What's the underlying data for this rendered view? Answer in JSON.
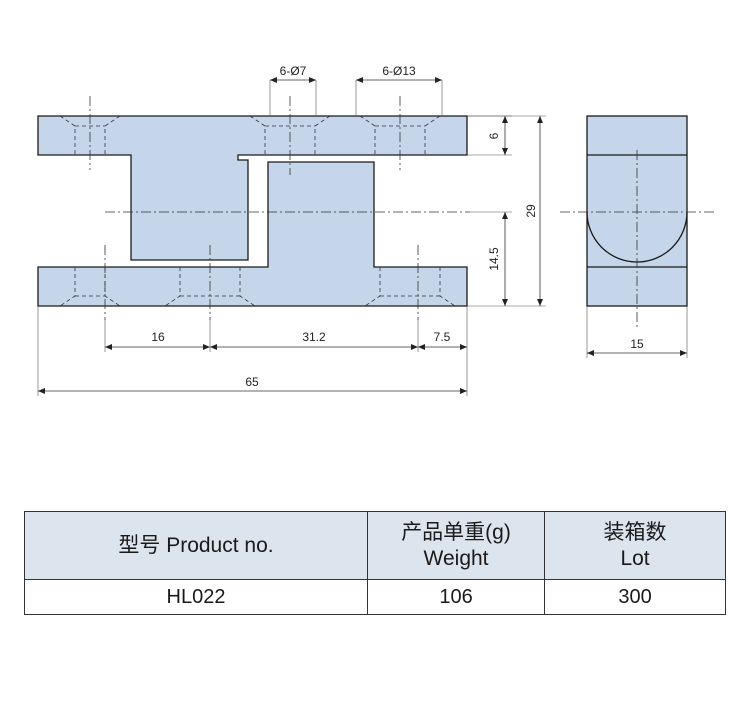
{
  "drawing": {
    "callouts": {
      "hole_small": "6-Ø7",
      "hole_large": "6-Ø13"
    },
    "dimensions": {
      "plate_thickness": "6",
      "total_height": "29",
      "half_height": "14.5",
      "hole_spacing_1": "16",
      "hole_spacing_2": "31.2",
      "edge_offset": "7.5",
      "total_length": "65",
      "side_width": "15"
    },
    "colors": {
      "part_fill": "#c6d6ea",
      "outline": "#1a1a1a"
    }
  },
  "table": {
    "headers": {
      "product": "型号 Product no.",
      "weight_cn": "产品单重(g)",
      "weight_en": "Weight",
      "lot_cn": "装箱数",
      "lot_en": "Lot"
    },
    "row": {
      "product": "HL022",
      "weight": "106",
      "lot": "300"
    }
  }
}
